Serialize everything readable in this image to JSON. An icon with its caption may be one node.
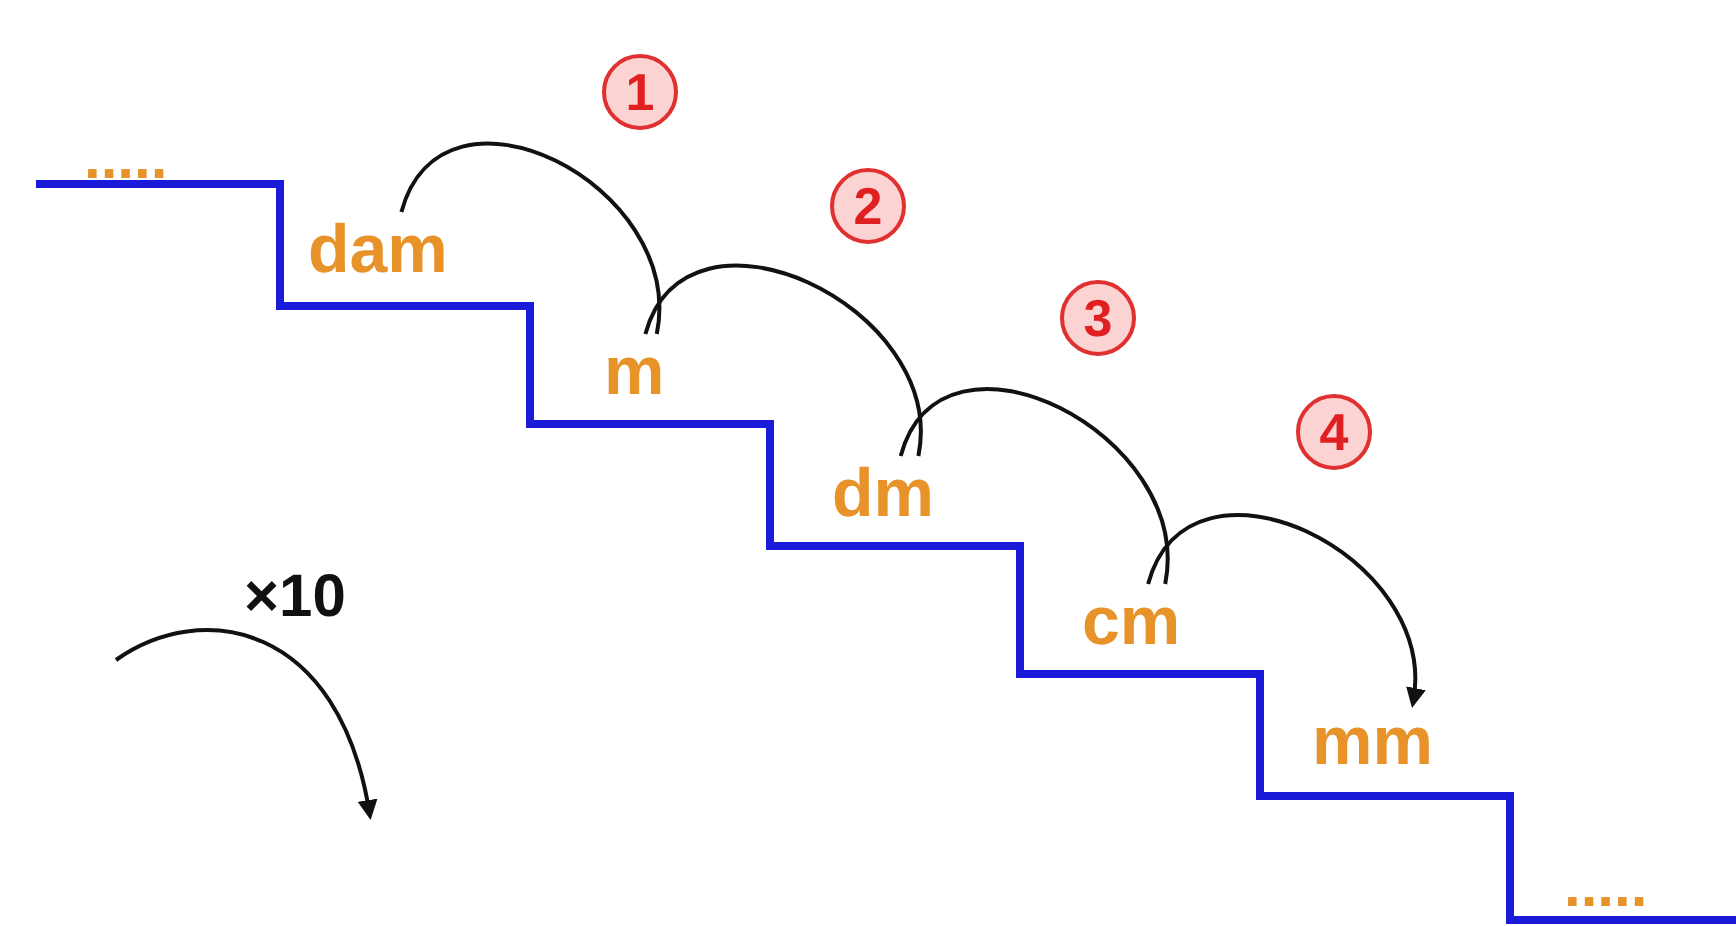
{
  "diagram": {
    "nodes": [
      {
        "text": [
          "dam"
        ]
      },
      {
        "text": [
          "m"
        ]
      },
      {
        "text": [
          "dm"
        ]
      },
      {
        "text": [
          "cm"
        ]
      },
      {
        "text": [
          "mm"
        ]
      }
    ],
    "edges": [
      {
        "from": 0,
        "to": 1,
        "arrow": "none",
        "label": "1"
      },
      {
        "from": 1,
        "to": 2,
        "arrow": "none",
        "label": "2"
      },
      {
        "from": 2,
        "to": 3,
        "arrow": "none",
        "label": "3"
      },
      {
        "from": 3,
        "to": 4,
        "arrow": "to",
        "label": "4"
      }
    ],
    "labels": [
      ".....",
      "....."
    ],
    "legend": [
      {
        "text": "×10"
      }
    ]
  }
}
